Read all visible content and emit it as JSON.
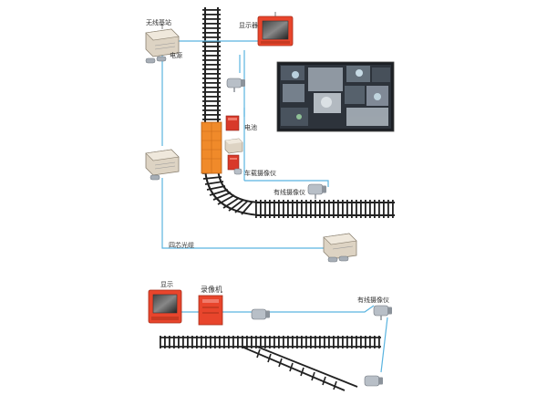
{
  "labels": {
    "wireless_base_station": "无线基站",
    "display_top": "显示器",
    "power_supply": "电源",
    "battery": "电池",
    "vehicle_camera": "车载摄像仪",
    "wired_camera_mid": "有线摄像仪",
    "four_core_fiber": "四芯光缆",
    "display_bottom": "显示",
    "recorder": "录像机",
    "wired_camera_bottom": "有线摄像仪"
  },
  "colors": {
    "cable": "#5ab4e0",
    "rail": "#222222",
    "cabinet_red": "#e8452c",
    "cart_orange": "#f08a2a",
    "camera_gray": "#b8bfc7",
    "device_beige": "#d9cfbf"
  }
}
